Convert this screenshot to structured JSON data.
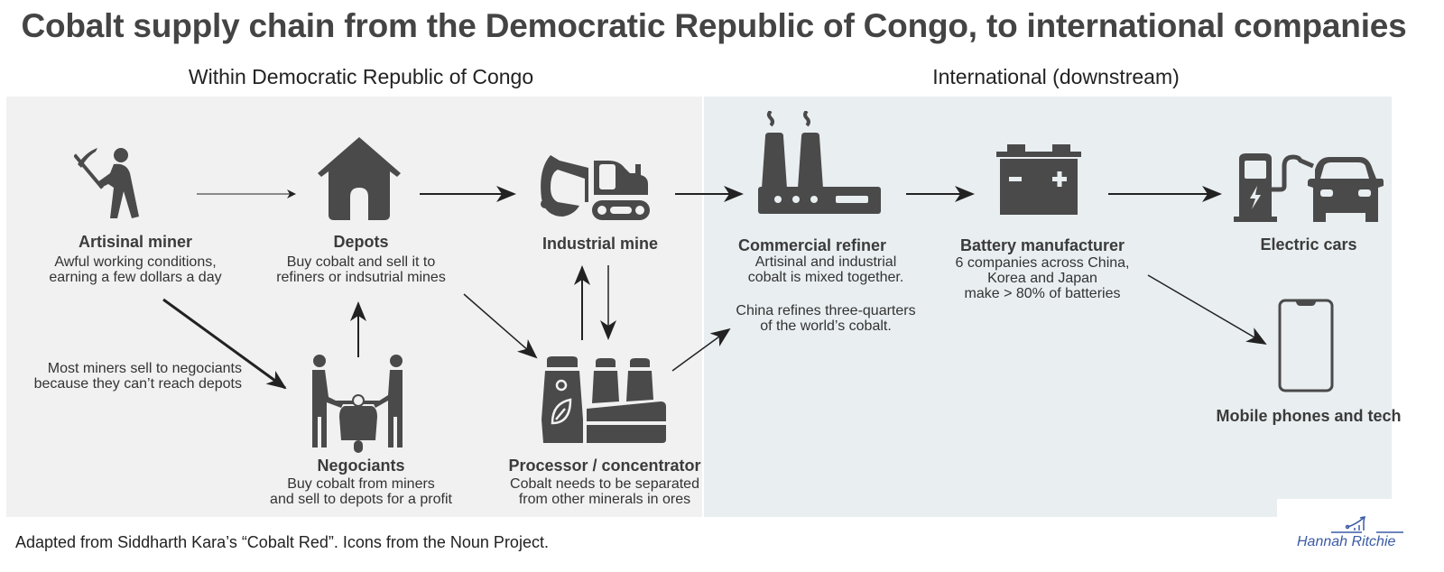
{
  "title": "Cobalt supply chain from the Democratic Republic of Congo, to international companies",
  "sections": {
    "left": "Within Democratic Republic of Congo",
    "right": "International (downstream)"
  },
  "colors": {
    "icon": "#4a4a4a",
    "panel_left": "#f1f1f1",
    "panel_right": "#e9eef1",
    "logo_blue": "#3b5ba5"
  },
  "nodes": {
    "artisinal_miner": {
      "title": "Artisinal miner",
      "desc": [
        "Awful working conditions,",
        "earning a few dollars a day"
      ],
      "icon": "miner-pickaxe-icon"
    },
    "depots": {
      "title": "Depots",
      "desc": [
        "Buy cobalt and sell it to",
        "refiners or indsutrial mines"
      ],
      "icon": "house-icon"
    },
    "industrial_mine": {
      "title": "Industrial mine",
      "desc": [],
      "icon": "excavator-icon"
    },
    "negociants": {
      "title": "Negociants",
      "desc": [
        "Buy cobalt from miners",
        "and sell to depots for a profit"
      ],
      "icon": "traders-scooter-icon"
    },
    "processor": {
      "title": "Processor / concentrator",
      "desc": [
        "Cobalt needs to be separated",
        "from other minerals in ores"
      ],
      "icon": "processing-plant-icon"
    },
    "refiner": {
      "title": "Commercial refiner",
      "desc": [
        "Artisinal and industrial",
        "cobalt is mixed together."
      ],
      "note": [
        "China refines three-quarters",
        "of the world’s cobalt."
      ],
      "icon": "factory-icon"
    },
    "battery": {
      "title": "Battery manufacturer",
      "desc": [
        "6 companies across China,",
        "Korea and Japan",
        "make > 80% of batteries"
      ],
      "icon": "battery-icon"
    },
    "cars": {
      "title": "Electric cars",
      "desc": [],
      "icon": "ev-charger-car-icon"
    },
    "phones": {
      "title": "Mobile phones and tech",
      "desc": [],
      "icon": "smartphone-icon"
    }
  },
  "edge_labels": {
    "miner_to_negociants": [
      "Most miners sell to negociants",
      "because they can’t reach depots"
    ]
  },
  "edges": [
    {
      "from": "Artisinal miner",
      "to": "Depots"
    },
    {
      "from": "Artisinal miner",
      "to": "Negociants"
    },
    {
      "from": "Negociants",
      "to": "Depots"
    },
    {
      "from": "Depots",
      "to": "Industrial mine"
    },
    {
      "from": "Depots",
      "to": "Processor / concentrator"
    },
    {
      "from": "Processor / concentrator",
      "to": "Industrial mine"
    },
    {
      "from": "Industrial mine",
      "to": "Processor / concentrator"
    },
    {
      "from": "Industrial mine",
      "to": "Commercial refiner"
    },
    {
      "from": "Processor / concentrator",
      "to": "Commercial refiner"
    },
    {
      "from": "Commercial refiner",
      "to": "Battery manufacturer"
    },
    {
      "from": "Battery manufacturer",
      "to": "Electric cars"
    },
    {
      "from": "Battery manufacturer",
      "to": "Mobile phones and tech"
    }
  ],
  "footer": "Adapted from Siddharth Kara’s “Cobalt Red”. Icons from the Noun Project.",
  "logo": {
    "name": "Hannah Ritchie",
    "icon": "growth-chart-icon"
  }
}
